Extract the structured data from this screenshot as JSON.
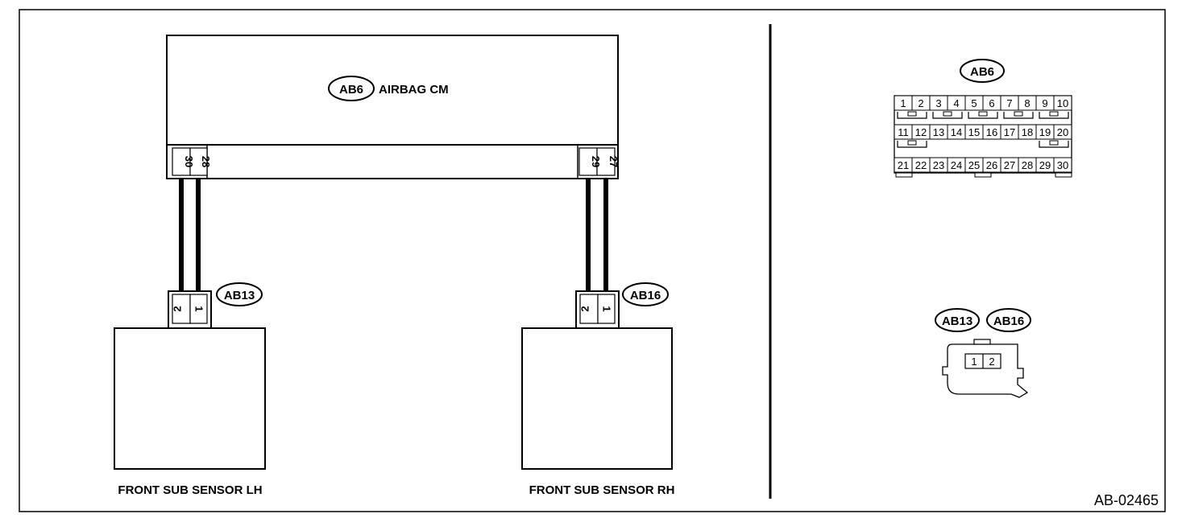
{
  "diagram_code": "AB-02465",
  "airbag_cm": {
    "connector": "AB6",
    "label": "AIRBAG CM",
    "pins_left": [
      "30",
      "28"
    ],
    "pins_right": [
      "29",
      "27"
    ]
  },
  "sensor_lh": {
    "label": "FRONT SUB SENSOR LH",
    "connector": "AB13",
    "pins": [
      "2",
      "1"
    ]
  },
  "sensor_rh": {
    "label": "FRONT SUB SENSOR RH",
    "connector": "AB16",
    "pins": [
      "2",
      "1"
    ]
  },
  "connector_view_ab6": {
    "label": "AB6",
    "rows": [
      [
        "1",
        "2",
        "3",
        "4",
        "5",
        "6",
        "7",
        "8",
        "9",
        "10"
      ],
      [
        "11",
        "12",
        "13",
        "14",
        "15",
        "16",
        "17",
        "18",
        "19",
        "20"
      ],
      [
        "21",
        "22",
        "23",
        "24",
        "25",
        "26",
        "27",
        "28",
        "29",
        "30"
      ]
    ]
  },
  "connector_view_small": {
    "labels": [
      "AB13",
      "AB16"
    ],
    "pins": [
      "1",
      "2"
    ]
  }
}
